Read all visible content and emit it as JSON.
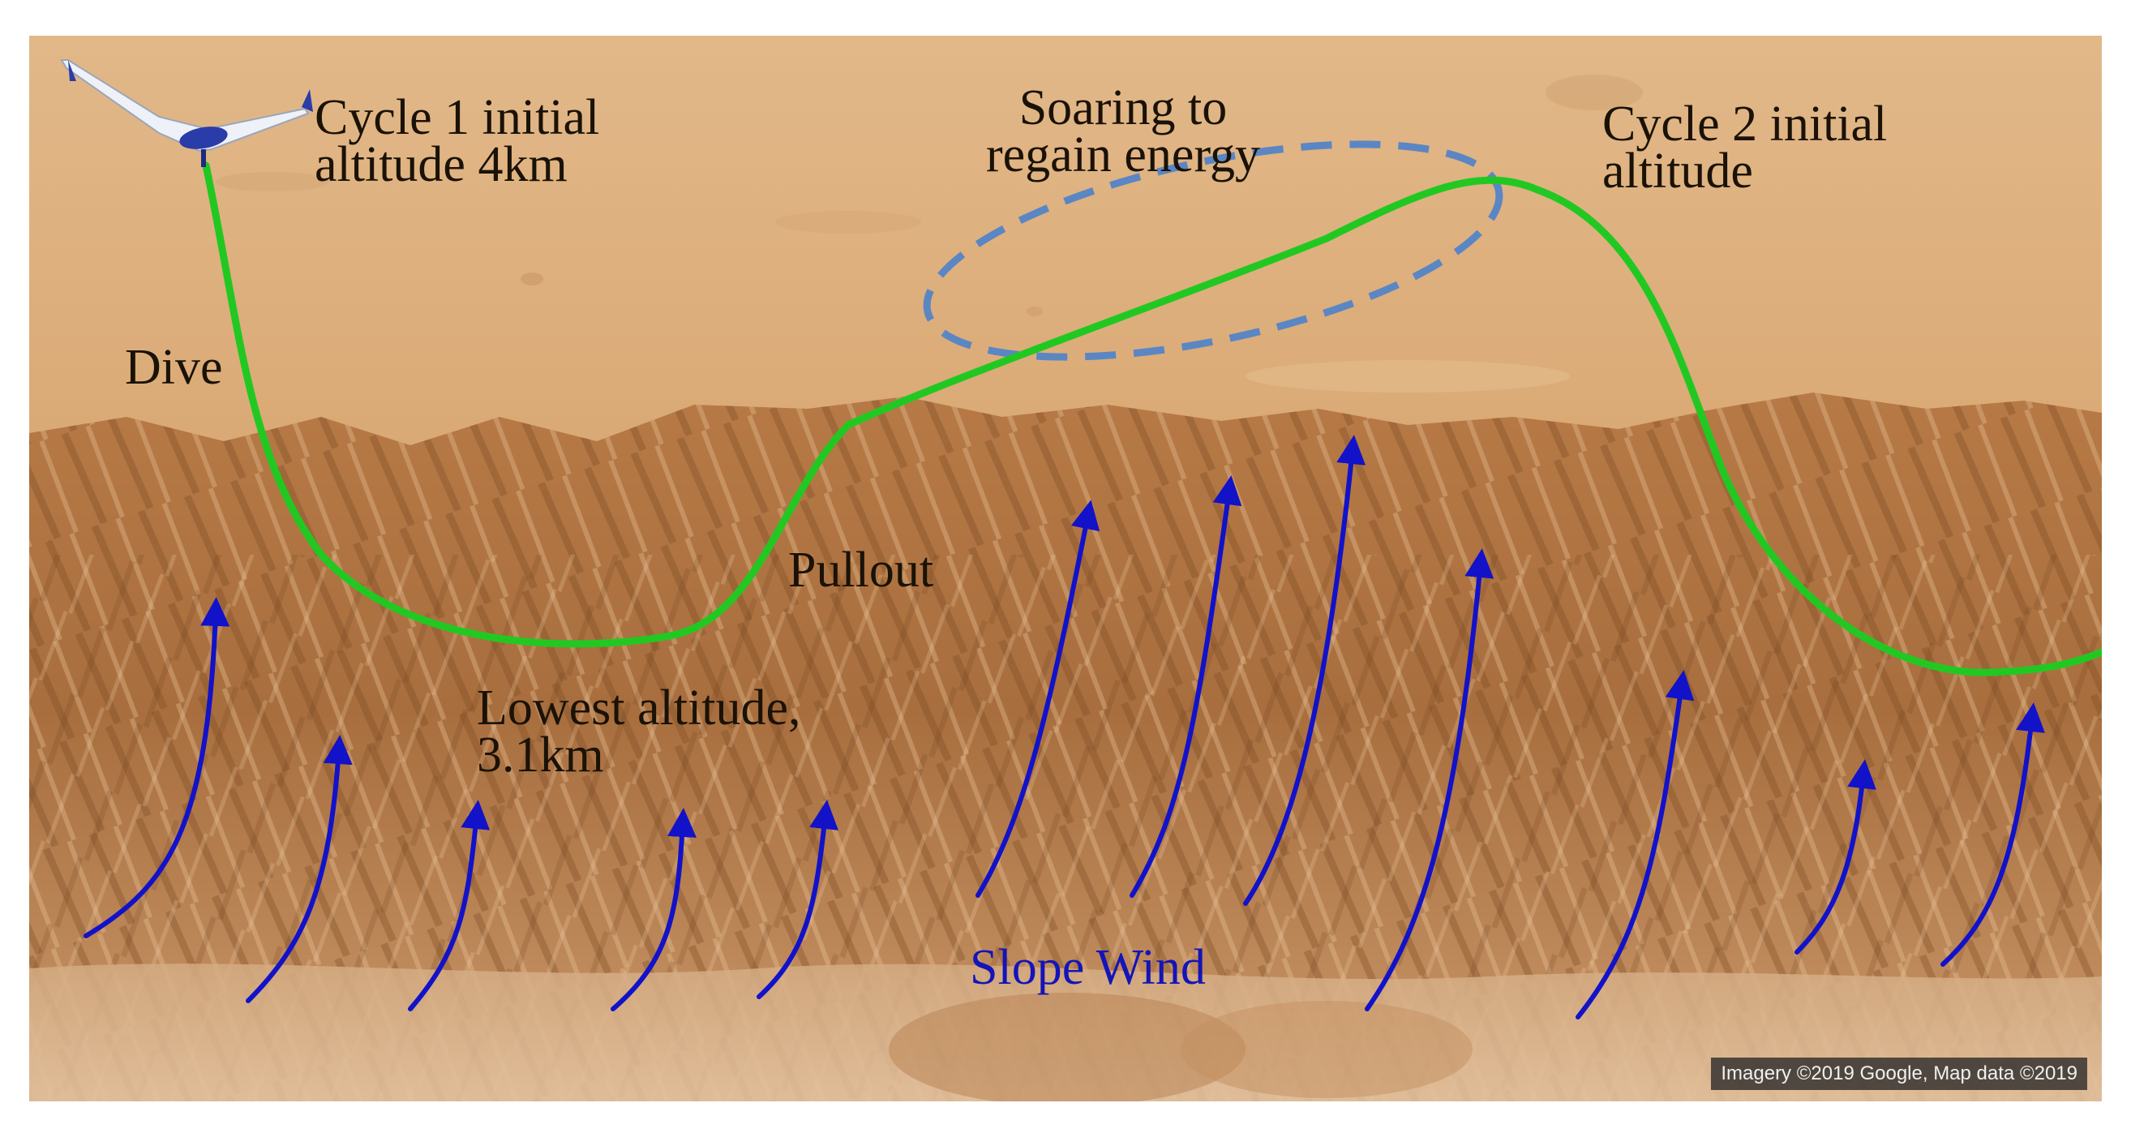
{
  "labels": {
    "cycle1_line1": "Cycle 1 initial",
    "cycle1_line2": "altitude 4km",
    "soaring_line1": "Soaring to",
    "soaring_line2": "regain energy",
    "cycle2_line1": "Cycle 2 initial",
    "cycle2_line2": "altitude",
    "dive": "Dive",
    "pullout": "Pullout",
    "lowest_line1": "Lowest altitude,",
    "lowest_line2": "3.1km",
    "slope_wind": "Slope Wind"
  },
  "credit": "Imagery ©2019 Google, Map data ©2019",
  "colors": {
    "trajectory": "#22c822",
    "soaring_region": "#5b86c4",
    "wind_arrows": "#1212c8",
    "terrain_plain": "#dcae7c",
    "terrain_ridge": "#9a6236"
  },
  "icons": {
    "aircraft": "glider-icon"
  }
}
